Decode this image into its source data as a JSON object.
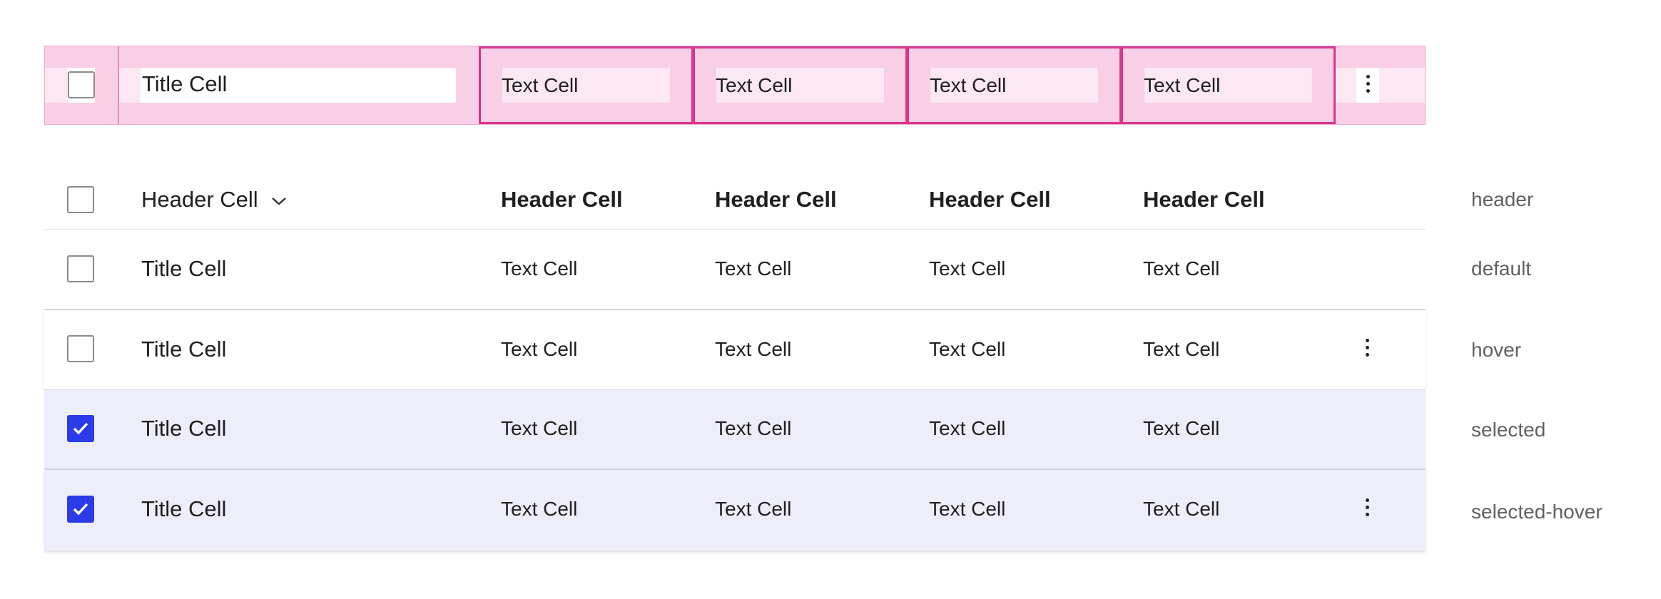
{
  "spec_row": {
    "title": "Title Cell",
    "cells": [
      "Text Cell",
      "Text Cell",
      "Text Cell",
      "Text Cell"
    ]
  },
  "header": {
    "title": "Header Cell",
    "columns": [
      "Header Cell",
      "Header Cell",
      "Header Cell",
      "Header Cell"
    ],
    "state_label": "header"
  },
  "rows": [
    {
      "state_label": "default",
      "title": "Title Cell",
      "cells": [
        "Text Cell",
        "Text Cell",
        "Text Cell",
        "Text Cell"
      ],
      "checked": false,
      "more_visible": false
    },
    {
      "state_label": "hover",
      "title": "Title Cell",
      "cells": [
        "Text Cell",
        "Text Cell",
        "Text Cell",
        "Text Cell"
      ],
      "checked": false,
      "more_visible": true
    },
    {
      "state_label": "selected",
      "title": "Title Cell",
      "cells": [
        "Text Cell",
        "Text Cell",
        "Text Cell",
        "Text Cell"
      ],
      "checked": true,
      "more_visible": false
    },
    {
      "state_label": "selected-hover",
      "title": "Title Cell",
      "cells": [
        "Text Cell",
        "Text Cell",
        "Text Cell",
        "Text Cell"
      ],
      "checked": true,
      "more_visible": true
    }
  ],
  "colors": {
    "accent": "#2b3be8",
    "selected_bg": "#eeeefb",
    "spec_border": "#d9368c",
    "spec_fill": "#fce8f3"
  }
}
